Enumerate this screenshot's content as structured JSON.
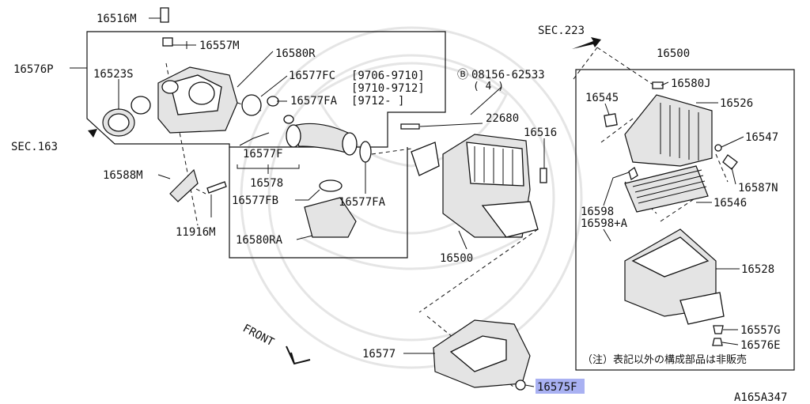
{
  "diagram": {
    "figure_code": "A165A347",
    "note": "（注）表記以外の構成部品は非販売",
    "front_label": "FRONT",
    "sec_left": "SEC.163",
    "sec_top": "SEC.223",
    "bolt_prefix": "Ⓑ",
    "bolt_code": "08156-62533",
    "bolt_qty": "( 4 )",
    "labels": {
      "p16516M": "16516M",
      "p16557M": "16557M",
      "p16580R": "16580R",
      "p16576P": "16576P",
      "p16523S": "16523S",
      "p16577FC": "16577FC",
      "d9706": "[9706-9710]",
      "d9710": "[9710-9712]",
      "p16577FA_top": "16577FA",
      "d9712": "[9712-    ]",
      "p16577F": "16577F",
      "p16578": "16578",
      "p16577FB": "16577FB",
      "p16577FA_bot": "16577FA",
      "p16588M": "16588M",
      "p11916M": "11916M",
      "p16580RA": "16580RA",
      "p22680": "22680",
      "p16516": "16516",
      "p16500_main": "16500",
      "p16500_box": "16500",
      "p16580J": "16580J",
      "p16545": "16545",
      "p16526": "16526",
      "p16547": "16547",
      "p16587N": "16587N",
      "p16598": "16598",
      "p16598A": "16598+A",
      "p16546": "16546",
      "p16528": "16528",
      "p16557G": "16557G",
      "p16576E": "16576E",
      "p16577": "16577",
      "p16575F": "16575F"
    }
  },
  "colors": {
    "line": "#111111",
    "highlight": "#9aa3f0",
    "watermark": "#cfcfcf"
  }
}
